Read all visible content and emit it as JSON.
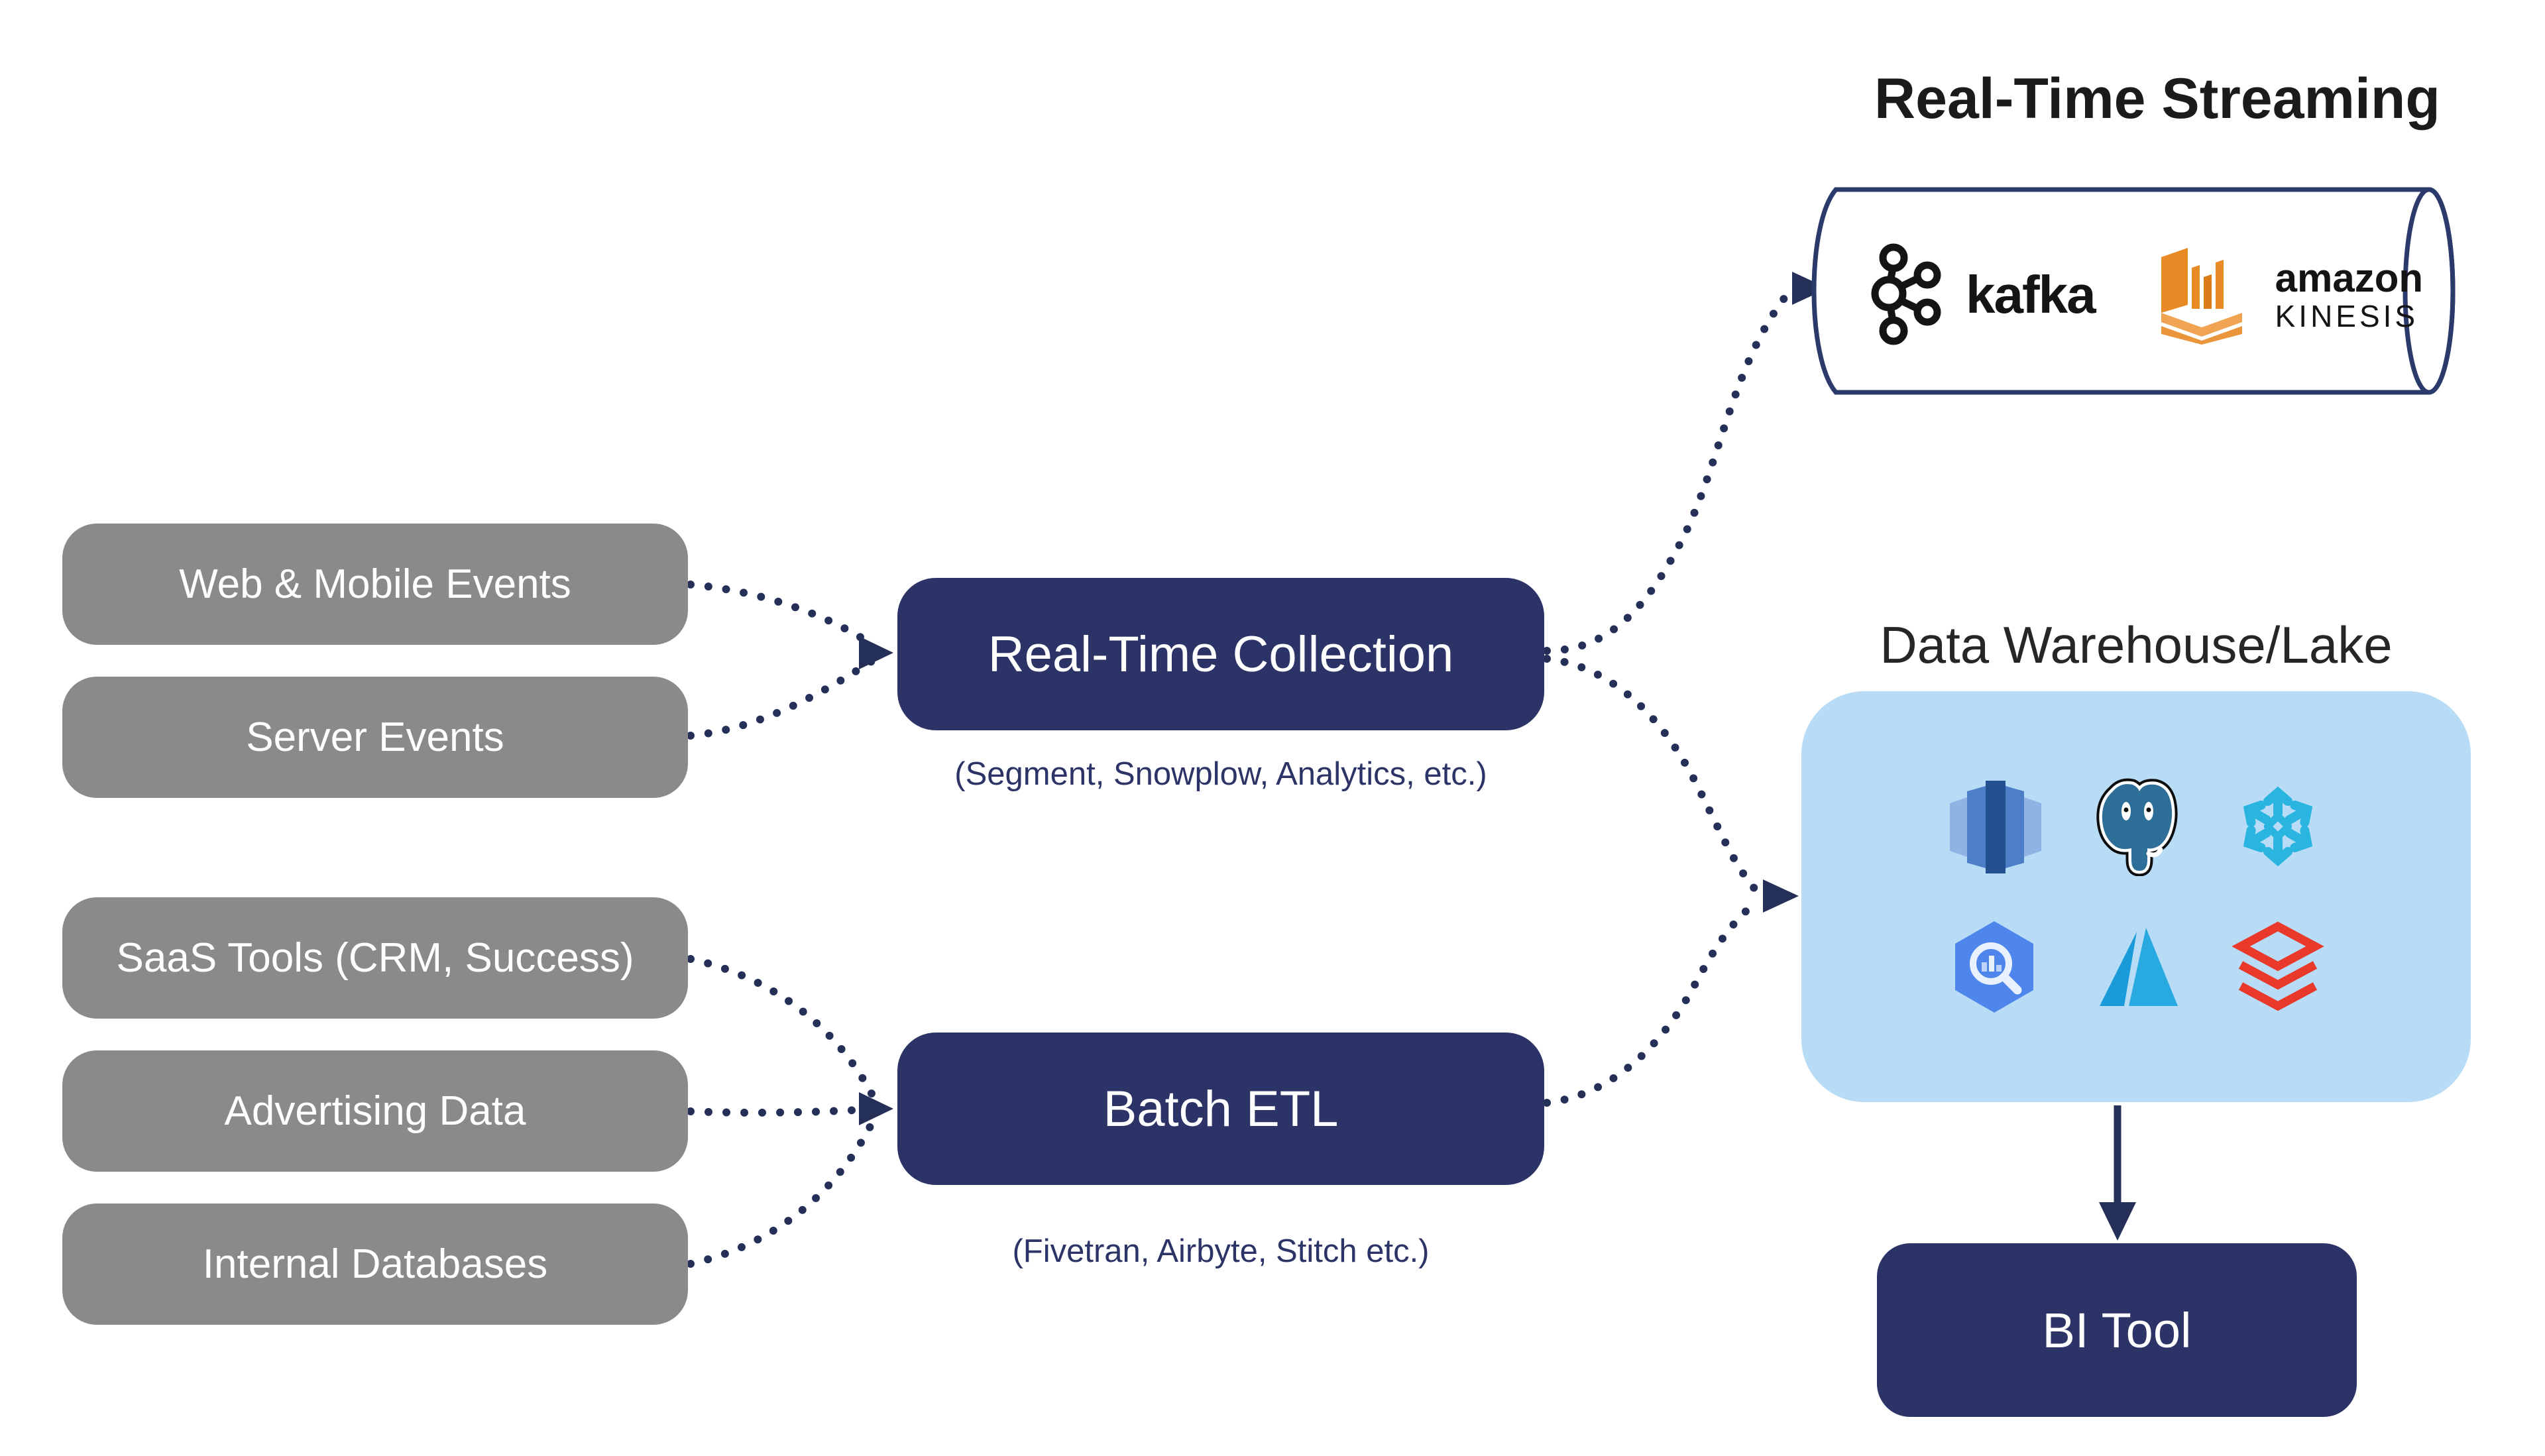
{
  "titles": {
    "streaming": "Real-Time Streaming",
    "warehouse": "Data Warehouse/Lake"
  },
  "source_boxes": {
    "realtime": [
      "Web & Mobile Events",
      "Server Events"
    ],
    "batch": [
      "SaaS Tools (CRM, Success)",
      "Advertising Data",
      "Internal Databases"
    ]
  },
  "process_boxes": {
    "realtime_collection": {
      "label": "Real-Time Collection",
      "caption": "(Segment, Snowplow, Analytics, etc.)"
    },
    "batch_etl": {
      "label": "Batch ETL",
      "caption": "(Fivetran, Airbyte, Stitch etc.)"
    },
    "bi_tool": {
      "label": "BI Tool"
    }
  },
  "streaming_cylinder": {
    "kafka_label": "kafka",
    "amazon_label": "amazon",
    "kinesis_label": "KINESIS",
    "icons": [
      "kafka-icon",
      "amazon-kinesis-icon"
    ]
  },
  "warehouse_box": {
    "icons": [
      "amazon-redshift-icon",
      "postgresql-icon",
      "snowflake-icon",
      "google-bigquery-icon",
      "microsoft-azure-icon",
      "databricks-icon"
    ]
  },
  "colors": {
    "navy_box": "#2b3367",
    "gray_box": "#8a8a8a",
    "light_blue_box": "#b9dcf6",
    "arrow_navy": "#243058",
    "title_text": "#1b1b1b",
    "kafka_black": "#141414",
    "kinesis_orange": "#e88a26",
    "snowflake_blue": "#29b5e0",
    "databricks_red": "#e8392a",
    "bigquery_blue": "#4f86ec",
    "azure_blue": "#189bd8",
    "postgres_teal": "#2e6f99",
    "redshift_blue": "#23518f"
  }
}
